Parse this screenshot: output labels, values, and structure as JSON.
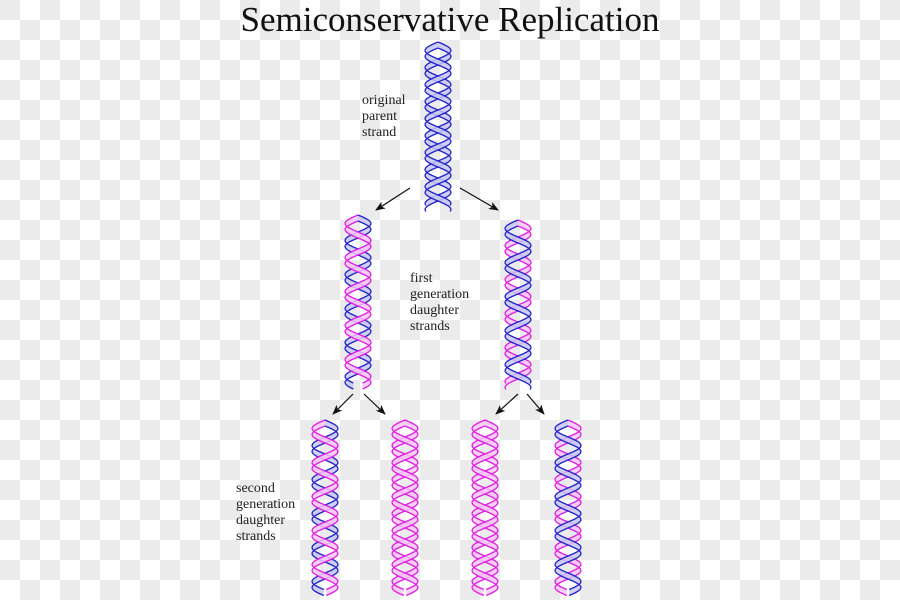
{
  "title": "Semiconservative Replication",
  "colors": {
    "parent_strand": "#2323c8",
    "parent_fill": "#c8c8f0",
    "new_strand": "#e01ee0",
    "new_fill": "#f5c8f5",
    "arrow": "#111111"
  },
  "labels": {
    "parent": [
      "original",
      "parent",
      "strand"
    ],
    "first_generation": [
      "first",
      "generation",
      "daughter",
      "strands"
    ],
    "second_generation": [
      "second",
      "generation",
      "daughter",
      "strands"
    ]
  },
  "helices": [
    {
      "id": "parent",
      "generation": 0,
      "strands": [
        "old",
        "old"
      ]
    },
    {
      "id": "gen1-left",
      "generation": 1,
      "strands": [
        "old",
        "new"
      ]
    },
    {
      "id": "gen1-right",
      "generation": 1,
      "strands": [
        "new",
        "old"
      ]
    },
    {
      "id": "gen2-1",
      "generation": 2,
      "strands": [
        "old",
        "new"
      ]
    },
    {
      "id": "gen2-2",
      "generation": 2,
      "strands": [
        "new",
        "new"
      ]
    },
    {
      "id": "gen2-3",
      "generation": 2,
      "strands": [
        "new",
        "new"
      ]
    },
    {
      "id": "gen2-4",
      "generation": 2,
      "strands": [
        "new",
        "old"
      ]
    }
  ],
  "arrows": [
    {
      "from": "parent",
      "to": "gen1-left"
    },
    {
      "from": "parent",
      "to": "gen1-right"
    },
    {
      "from": "gen1-left",
      "to": "gen2-1"
    },
    {
      "from": "gen1-left",
      "to": "gen2-2"
    },
    {
      "from": "gen1-right",
      "to": "gen2-3"
    },
    {
      "from": "gen1-right",
      "to": "gen2-4"
    }
  ]
}
